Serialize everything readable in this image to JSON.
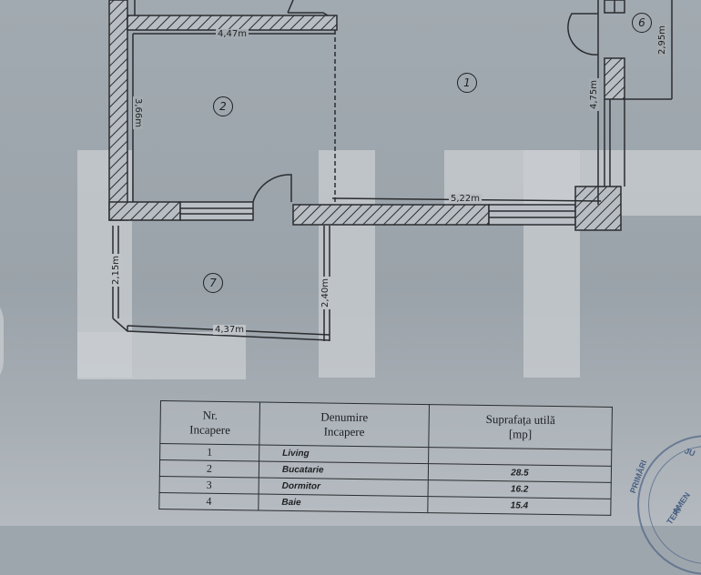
{
  "watermark": {
    "letters": [
      "L",
      "I",
      "T"
    ],
    "color": "#c9ced2"
  },
  "floor_plan": {
    "rooms": [
      {
        "number": "1",
        "label": "1"
      },
      {
        "number": "2",
        "label": "2"
      },
      {
        "number": "6",
        "label": "6"
      },
      {
        "number": "7",
        "label": "7"
      }
    ],
    "dimensions": {
      "room2_width": "4,47m",
      "room2_height": "3,66m",
      "room1_width": "5,22m",
      "room1_height": "4,75m",
      "room6_height": "2,95m",
      "room7_left": "2,15m",
      "room7_right": "2,40m",
      "room7_width": "4,37m"
    }
  },
  "room_table": {
    "headers": {
      "nr": [
        "Nr.",
        "Incapere"
      ],
      "name": [
        "Denumire",
        "Incapere"
      ],
      "area": [
        "Suprafața utilă",
        "[mp]"
      ]
    },
    "rows": [
      {
        "nr": "1",
        "name": "Living",
        "area": ""
      },
      {
        "nr": "2",
        "name": "Bucatarie",
        "area": "28.5"
      },
      {
        "nr": "3",
        "name": "Dormitor",
        "area": "16.2"
      },
      {
        "nr": "4",
        "name": "Baie",
        "area": "15.4"
      }
    ]
  },
  "stamp": {
    "text_top": "JU",
    "text_side": "PRIMĂRI",
    "text_inner1": "AMEN",
    "text_inner2": "TERI",
    "color": "#4f6486"
  }
}
